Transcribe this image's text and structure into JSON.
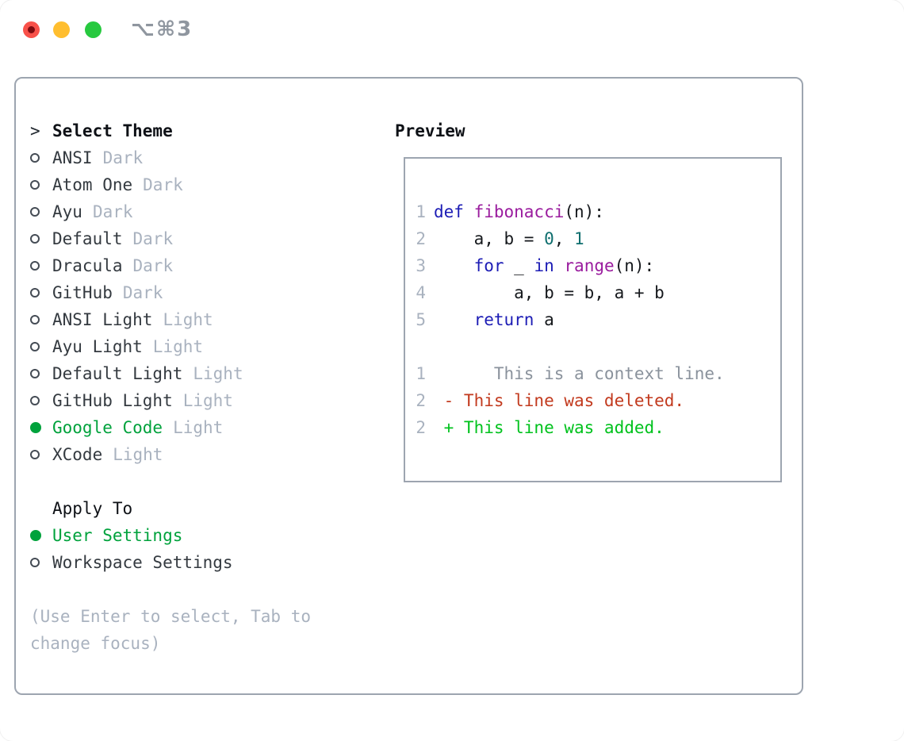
{
  "window": {
    "title": "⌥⌘3",
    "controls": [
      "close",
      "minimize",
      "maximize"
    ]
  },
  "theme_picker": {
    "header": {
      "prompt": ">",
      "label": "Select Theme"
    },
    "items": [
      {
        "label": "ANSI",
        "variant": "Dark",
        "selected": false
      },
      {
        "label": "Atom One",
        "variant": "Dark",
        "selected": false
      },
      {
        "label": "Ayu",
        "variant": "Dark",
        "selected": false
      },
      {
        "label": "Default",
        "variant": "Dark",
        "selected": false
      },
      {
        "label": "Dracula",
        "variant": "Dark",
        "selected": false
      },
      {
        "label": "GitHub",
        "variant": "Dark",
        "selected": false
      },
      {
        "label": "ANSI Light",
        "variant": "Light",
        "selected": false
      },
      {
        "label": "Ayu Light",
        "variant": "Light",
        "selected": false
      },
      {
        "label": "Default Light",
        "variant": "Light",
        "selected": false
      },
      {
        "label": "GitHub Light",
        "variant": "Light",
        "selected": false
      },
      {
        "label": "Google Code",
        "variant": "Light",
        "selected": true
      },
      {
        "label": "XCode",
        "variant": "Light",
        "selected": false
      }
    ]
  },
  "apply_to": {
    "header": "Apply To",
    "options": [
      {
        "label": "User Settings",
        "selected": true
      },
      {
        "label": "Workspace Settings",
        "selected": false
      }
    ]
  },
  "hint": {
    "line1": "(Use Enter to select, Tab to",
    "line2": "change focus)"
  },
  "preview": {
    "title": "Preview",
    "lines": [
      {
        "num": "1",
        "tokens": [
          {
            "t": "def ",
            "c": "kwd"
          },
          {
            "t": "fibonacci",
            "c": "typ"
          },
          {
            "t": "(n):",
            "c": "pln"
          }
        ]
      },
      {
        "num": "2",
        "tokens": [
          {
            "t": "    a, b = ",
            "c": "pln"
          },
          {
            "t": "0",
            "c": "lit"
          },
          {
            "t": ", ",
            "c": "pln"
          },
          {
            "t": "1",
            "c": "lit"
          }
        ]
      },
      {
        "num": "3",
        "tokens": [
          {
            "t": "    ",
            "c": "pln"
          },
          {
            "t": "for",
            "c": "kwd"
          },
          {
            "t": " _ ",
            "c": "pln"
          },
          {
            "t": "in",
            "c": "kwd"
          },
          {
            "t": " ",
            "c": "pln"
          },
          {
            "t": "range",
            "c": "typ"
          },
          {
            "t": "(n):",
            "c": "pln"
          }
        ]
      },
      {
        "num": "4",
        "tokens": [
          {
            "t": "        a, b = b, a + b",
            "c": "pln"
          }
        ]
      },
      {
        "num": "5",
        "tokens": [
          {
            "t": "    ",
            "c": "pln"
          },
          {
            "t": "return",
            "c": "kwd"
          },
          {
            "t": " a",
            "c": "pln"
          }
        ]
      },
      {
        "num": "",
        "tokens": []
      },
      {
        "num": "1",
        "tokens": [
          {
            "t": "      This is a context line.",
            "c": "ctx"
          }
        ]
      },
      {
        "num": "2",
        "tokens": [
          {
            "t": " - This line was deleted.",
            "c": "del"
          }
        ]
      },
      {
        "num": "2",
        "tokens": [
          {
            "t": " + This line was added.",
            "c": "add"
          }
        ]
      }
    ]
  },
  "colors": {
    "text": "#15181C",
    "label": "#343A40",
    "muted": "#A9B2BF",
    "green": "#00A23C",
    "border": "#9DA5B0",
    "kwd": "#1C1CB5",
    "typ": "#9A1C9E",
    "lit": "#0E6E6E",
    "ctx": "#8A929C",
    "del": "#C23A1E",
    "add": "#00C21D",
    "title": "#8F969F",
    "tl_red": "#F8514A",
    "tl_red_dot": "#7E0B10",
    "tl_yellow": "#FFBE2F",
    "tl_green": "#27C93F"
  }
}
